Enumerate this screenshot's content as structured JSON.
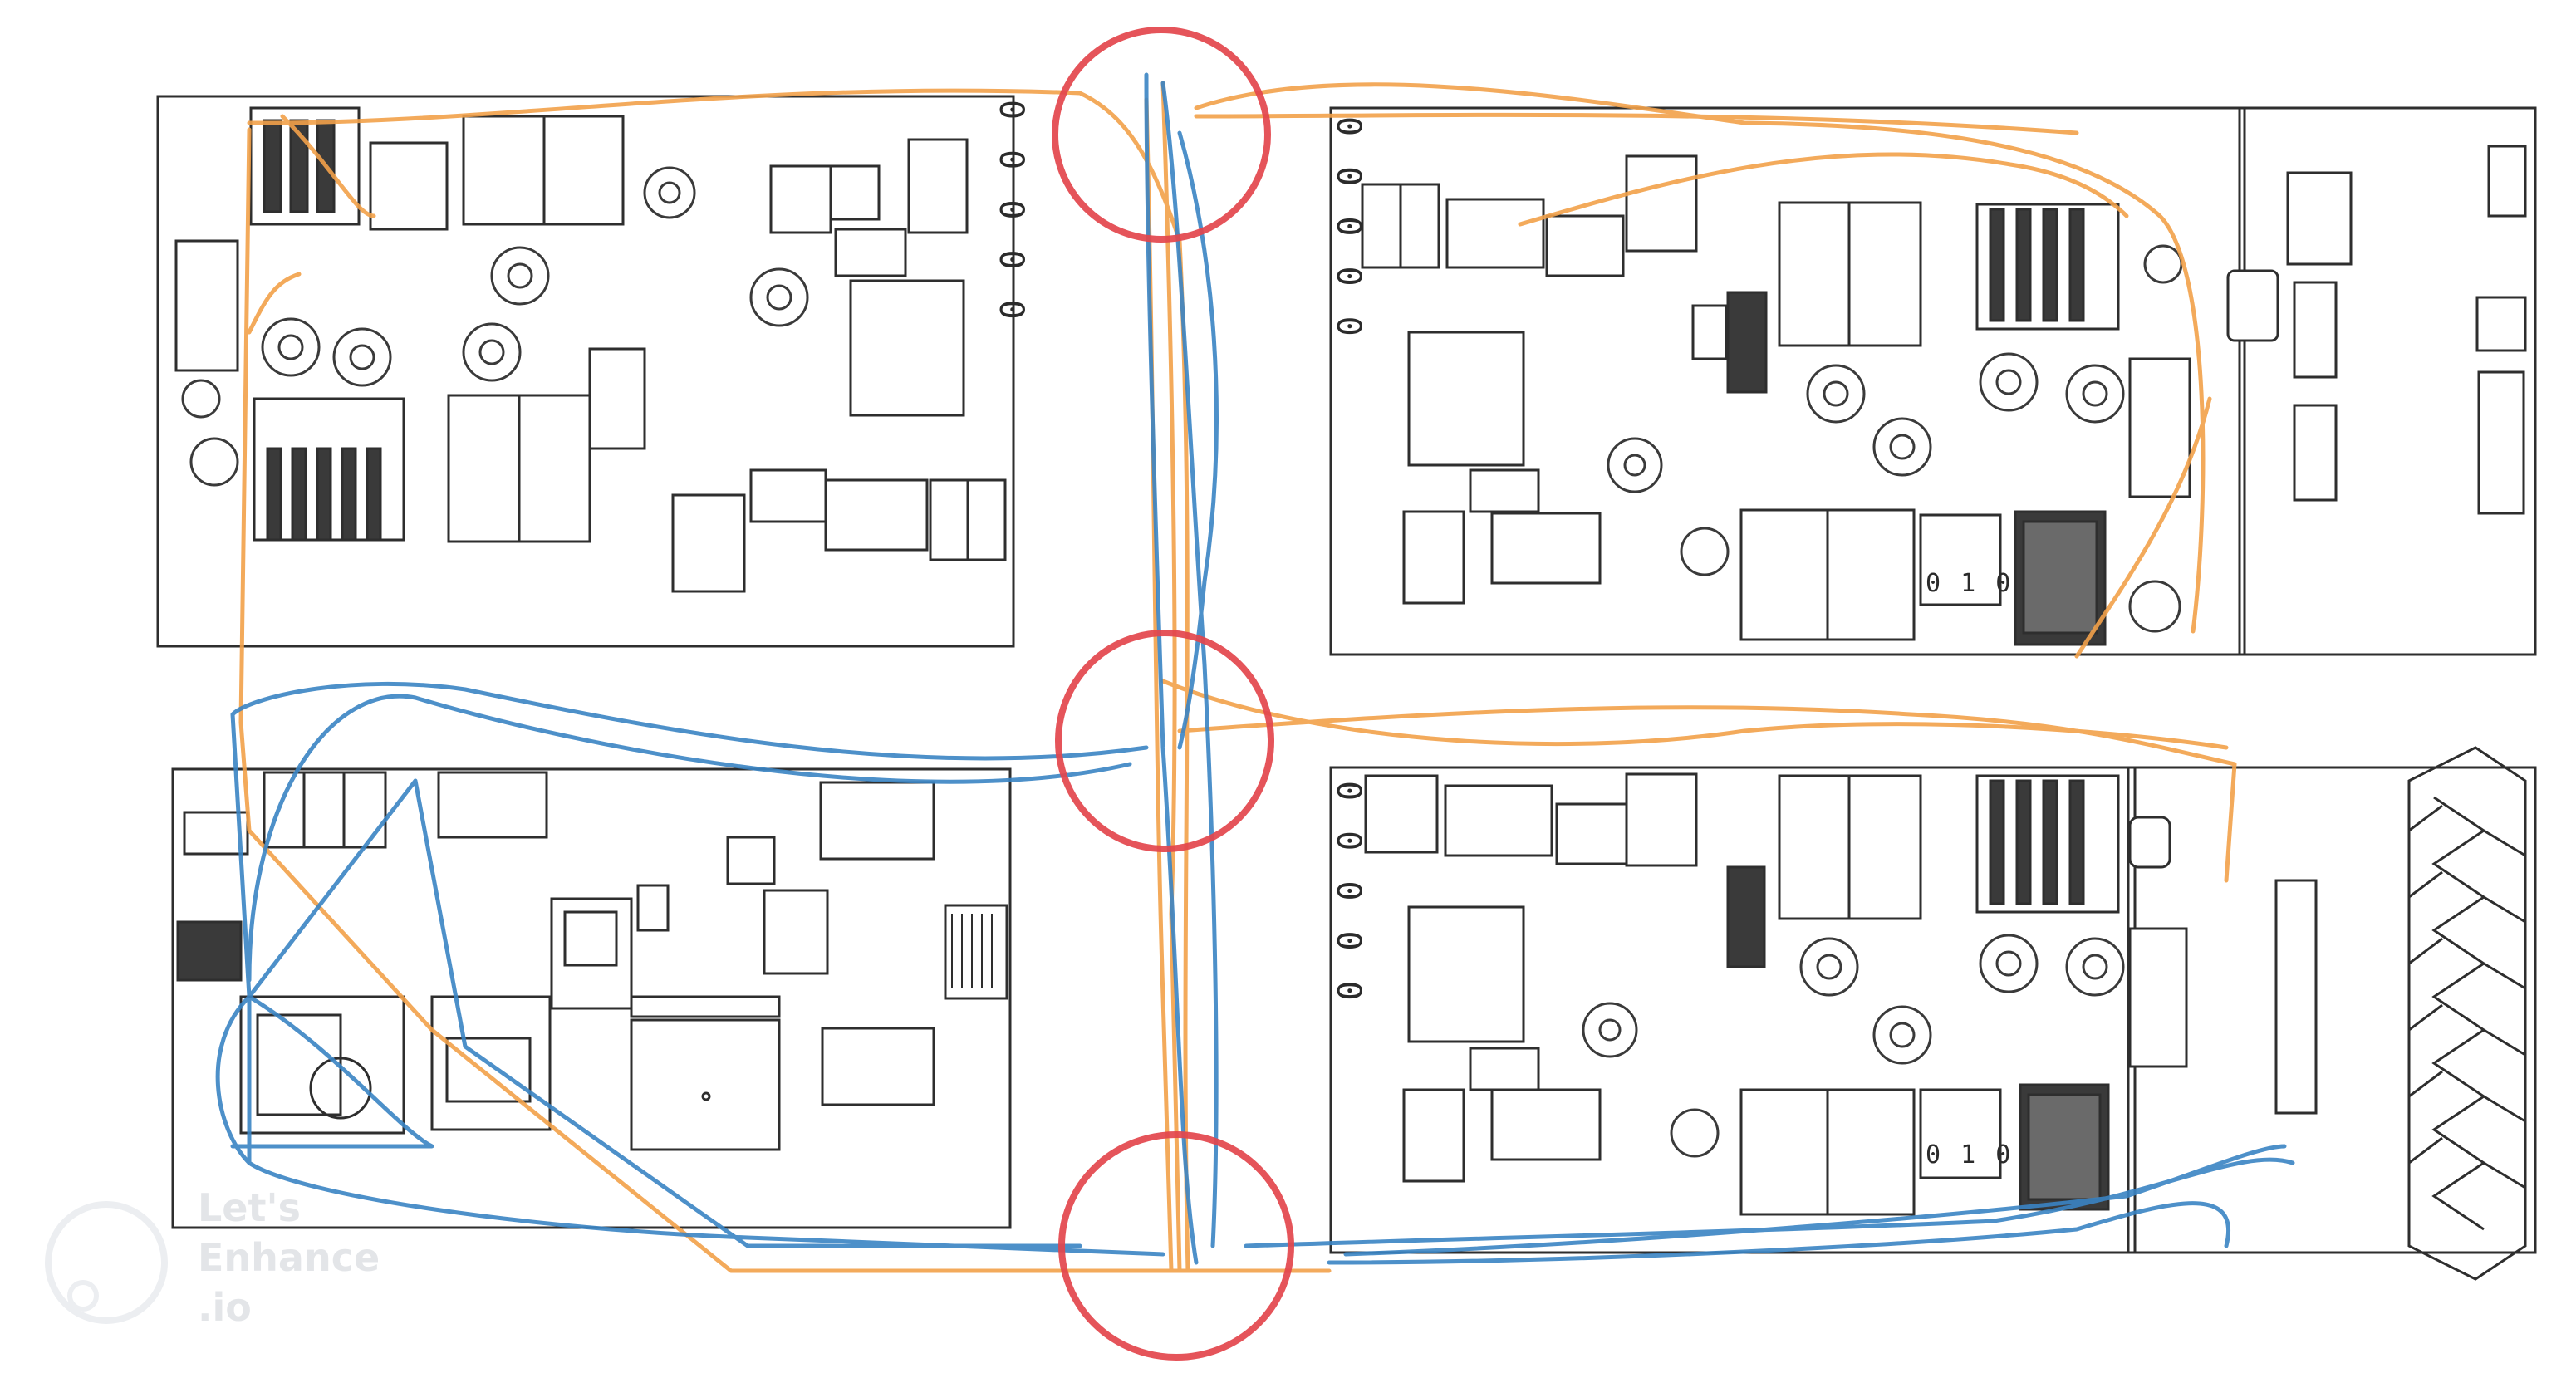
{
  "labels": {
    "top_left": "0 0 0 0 0",
    "top_right": "0 0 0 0 0",
    "bottom_right": "0 0 0 0 0",
    "machine_1": "0 1 0",
    "machine_2": "0 1 0"
  },
  "watermark": {
    "line1": "Let's",
    "line2": "Enhance",
    "line3": ".io"
  },
  "colors": {
    "orange_path": "#f2a14a",
    "blue_path": "#3a84c4",
    "congestion_circle": "#e3454c",
    "outline": "#2e2e2e"
  }
}
